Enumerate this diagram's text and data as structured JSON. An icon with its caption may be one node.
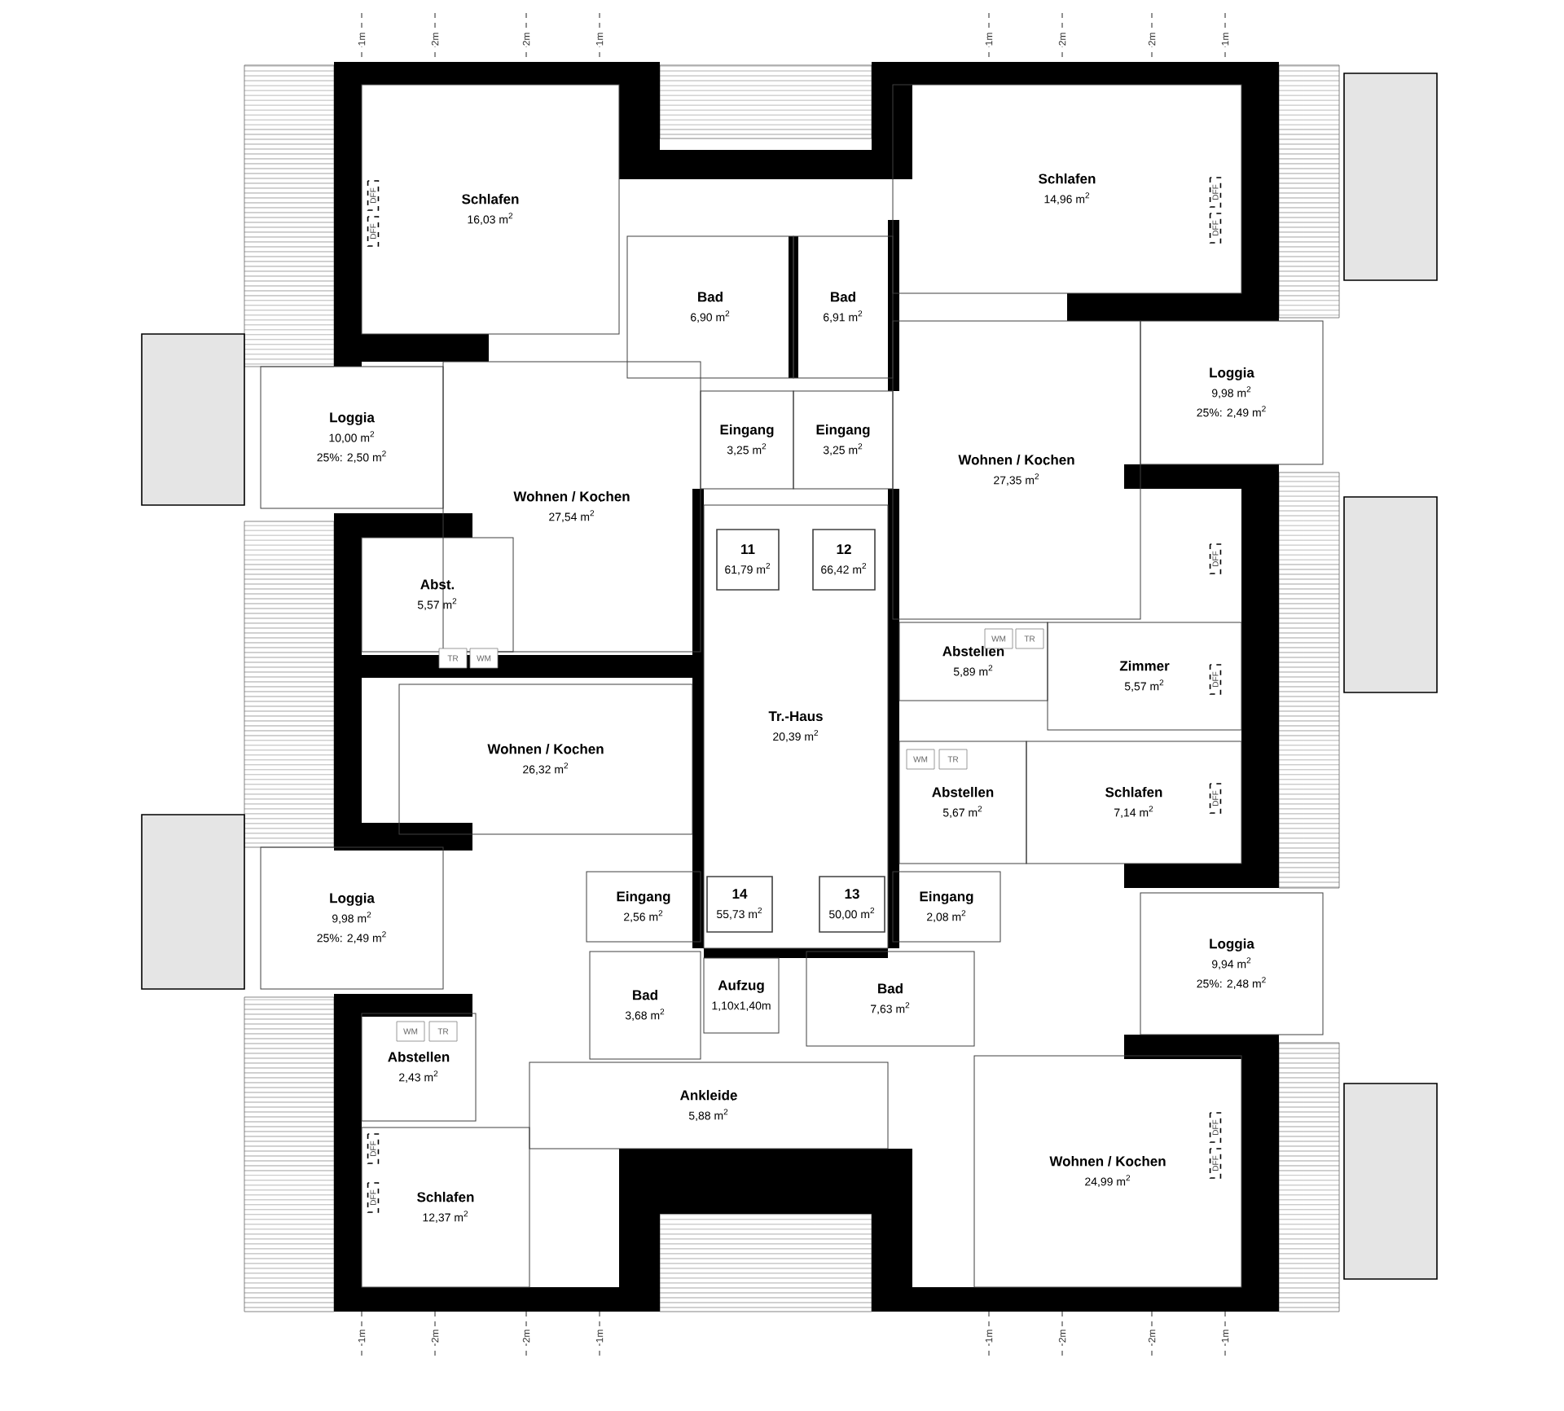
{
  "diagram": {
    "nodes": [
      {
        "text": [
          "Schlafen",
          "16,03 m$^{2}$"
        ]
      },
      {
        "text": [
          "Bad",
          "6,90 m$^{2}$"
        ]
      },
      {
        "text": [
          "Bad",
          "6,91 m$^{2}$"
        ]
      },
      {
        "text": [
          "Schlafen",
          "14,96 m$^{2}$"
        ]
      },
      {
        "text": [
          "Loggia",
          "10,00 m$^{2}$",
          "25%: 2,50 m$^{2}$"
        ]
      },
      {
        "text": [
          "Wohnen / Kochen",
          "27,54 m$^{2}$"
        ]
      },
      {
        "text": [
          "Eingang",
          "3,25 m$^{2}$"
        ]
      },
      {
        "text": [
          "Eingang",
          "3,25 m$^{2}$"
        ]
      },
      {
        "text": [
          "Wohnen / Kochen",
          "27,35 m$^{2}$"
        ]
      },
      {
        "text": [
          "Loggia",
          "9,98 m$^{2}$",
          "25%: 2,49 m$^{2}$"
        ]
      },
      {
        "text": [
          "Abst.",
          "5,57 m$^{2}$"
        ]
      },
      {
        "text": [
          "Tr.-Haus",
          "20,39 m$^{2}$"
        ]
      },
      {
        "text": [
          "11",
          "61,79 m$^{2}$"
        ],
        "in": 11
      },
      {
        "text": [
          "12",
          "66,42 m$^{2}$"
        ],
        "in": 11
      },
      {
        "text": [
          "Abstellen",
          "5,89 m$^{2}$"
        ]
      },
      {
        "text": [
          "Zimmer",
          "5,57 m$^{2}$"
        ]
      },
      {
        "text": [
          "Wohnen / Kochen",
          "26,32 m$^{2}$"
        ]
      },
      {
        "text": [
          "Abstellen",
          "5,67 m$^{2}$"
        ]
      },
      {
        "text": [
          "Schlafen",
          "7,14 m$^{2}$"
        ]
      },
      {
        "text": [
          "Loggia",
          "9,98 m$^{2}$",
          "25%: 2,49 m$^{2}$"
        ]
      },
      {
        "text": [
          "Eingang",
          "2,56 m$^{2}$"
        ]
      },
      {
        "text": [
          "14",
          "55,73 m$^{2}$"
        ],
        "in": 11
      },
      {
        "text": [
          "13",
          "50,00 m$^{2}$"
        ],
        "in": 11
      },
      {
        "text": [
          "Eingang",
          "2,08 m$^{2}$"
        ]
      },
      {
        "text": [
          "Bad",
          "3,68 m$^{2}$"
        ]
      },
      {
        "text": [
          "Aufzug",
          "1,10x1,40m"
        ]
      },
      {
        "text": [
          "Bad",
          "7,63 m$^{2}$"
        ]
      },
      {
        "text": [
          "Loggia",
          "9,94 m$^{2}$",
          "25%: 2,48 m$^{2}$"
        ]
      },
      {
        "text": [
          "Abstellen",
          "2,43 m$^{2}$"
        ]
      },
      {
        "text": [
          "Ankleide",
          "5,88 m$^{2}$"
        ]
      },
      {
        "text": [
          "Schlafen",
          "12,37 m$^{2}$"
        ]
      },
      {
        "text": [
          "Wohnen / Kochen",
          "24,99 m$^{2}$"
        ]
      }
    ],
    "labels": [
      "1m",
      "2m",
      "2m",
      "1m",
      "1m",
      "2m",
      "2m",
      "1m",
      "DFF",
      "DFF",
      "DFF",
      "DFF",
      "DFF",
      "TR",
      "WM",
      "WM",
      "TR",
      "DFF",
      "WM",
      "TR",
      "DFF",
      "WM",
      "TR",
      "DFF",
      "DFF",
      "DFF",
      "DFF",
      "1m",
      "2m",
      "2m",
      "1m",
      "1m",
      "2m",
      "2m",
      "1m"
    ]
  }
}
